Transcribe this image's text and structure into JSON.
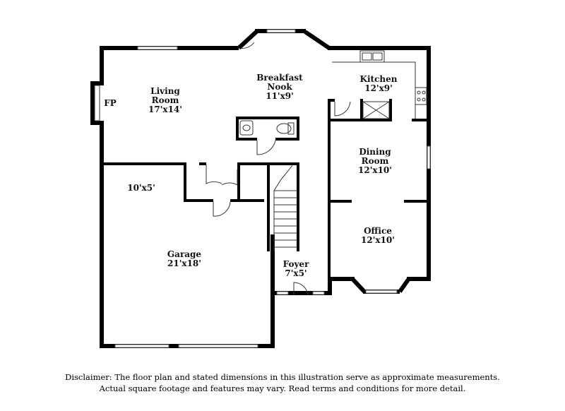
{
  "rooms": {
    "living": {
      "name_line1": "Living",
      "name_line2": "Room",
      "dims": "17'x14'"
    },
    "breakfast": {
      "name_line1": "Breakfast",
      "name_line2": "Nook",
      "dims": "11'x9'"
    },
    "kitchen": {
      "name": "Kitchen",
      "dims": "12'x9'"
    },
    "dining": {
      "name_line1": "Dining",
      "name_line2": "Room",
      "dims": "12'x10'"
    },
    "office": {
      "name": "Office",
      "dims": "12'x10'"
    },
    "foyer": {
      "name": "Foyer",
      "dims": "7'x5'"
    },
    "garage": {
      "name": "Garage",
      "dims": "21'x18'"
    },
    "mudroom": {
      "dims": "10'x5'"
    }
  },
  "fireplace": {
    "label": "FP"
  },
  "disclaimer": {
    "line1": "Disclaimer: The floor plan and stated dimensions in this illustration serve as approximate measurements.",
    "line2": "Actual square footage and features may vary. Read terms and conditions for more detail."
  }
}
